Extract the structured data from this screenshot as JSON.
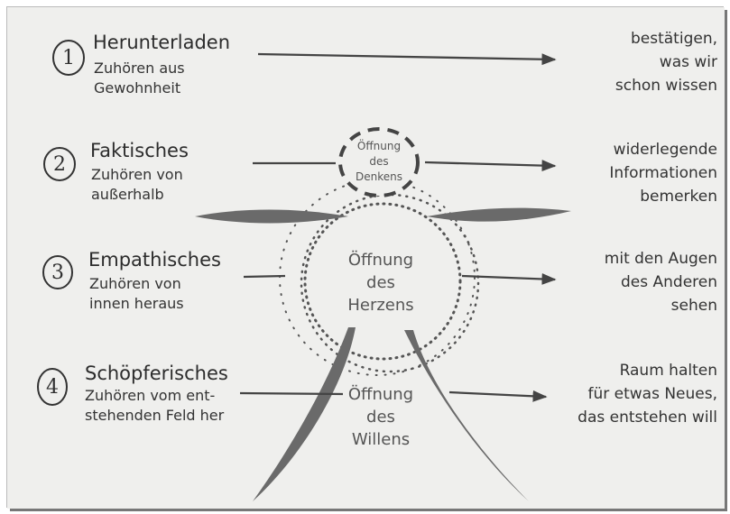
{
  "rows": [
    {
      "number": "1",
      "title": "Herunterladen",
      "subtitle": [
        "Zuhören aus",
        "Gewohnheit"
      ],
      "result": [
        "bestätigen,",
        "was wir",
        "schon wissen"
      ]
    },
    {
      "number": "2",
      "title": "Faktisches",
      "subtitle": [
        "Zuhören von",
        "außerhalb"
      ],
      "result": [
        "widerlegende",
        "Informationen",
        "bemerken"
      ]
    },
    {
      "number": "3",
      "title": "Empathisches",
      "subtitle": [
        "Zuhören von",
        "innen heraus"
      ],
      "result": [
        "mit den Augen",
        "des Anderen",
        "sehen"
      ]
    },
    {
      "number": "4",
      "title": "Schöpferisches",
      "subtitle": [
        "Zuhören vom ent-",
        "stehenden Feld her"
      ],
      "result": [
        "Raum halten",
        "für etwas Neues,",
        "das entstehen will"
      ]
    }
  ],
  "openings": {
    "mind": [
      "Öffnung",
      "des",
      "Denkens"
    ],
    "heart": [
      "Öffnung",
      "des",
      "Herzens"
    ],
    "will": [
      "Öffnung",
      "des",
      "Willens"
    ]
  },
  "colors": {
    "ink": "#2c2c2c",
    "shape": "#6a6a6a",
    "paper": "#efefed"
  }
}
